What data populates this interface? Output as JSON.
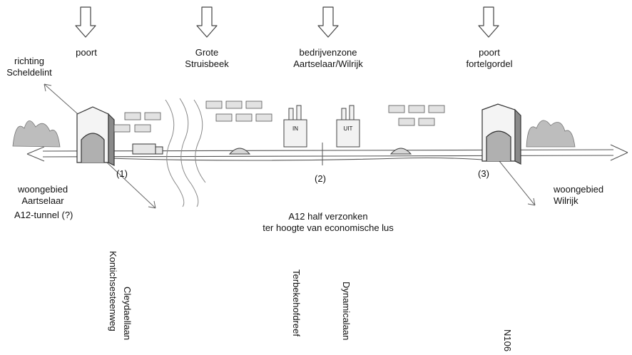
{
  "arrows": [
    {
      "label_lines": [
        "poort"
      ]
    },
    {
      "label_lines": [
        "Grote",
        "Struisbeek"
      ]
    },
    {
      "label_lines": [
        "bedrijvenzone",
        "Aartselaar/Wilrijk"
      ]
    },
    {
      "label_lines": [
        "poort",
        "fortelgordel"
      ]
    }
  ],
  "labels": {
    "richting": [
      "richting",
      "Scheldelint"
    ],
    "woongebied_left": [
      "woongebied",
      "Aartselaar"
    ],
    "a12_tunnel": "A12-tunnel (?)",
    "woongebied_right": [
      "woongebied",
      "Wilrijk"
    ],
    "a12_half": [
      "A12 half verzonken",
      "ter hoogte van economische lus"
    ],
    "marker_1": "(1)",
    "marker_2": "(2)",
    "marker_3": "(3)",
    "building_in": "IN",
    "building_uit": "UIT"
  },
  "streets": [
    {
      "lines": [
        "Cleydaellaan",
        "Kontichsesteenweg"
      ]
    },
    {
      "lines": [
        "Terbekehofdreef"
      ]
    },
    {
      "lines": [
        "Dynamicalaan"
      ]
    },
    {
      "lines": [
        "N106"
      ]
    }
  ],
  "colors": {
    "ink": "#333333",
    "shade": "#9a9a9a",
    "paper": "#ffffff"
  }
}
